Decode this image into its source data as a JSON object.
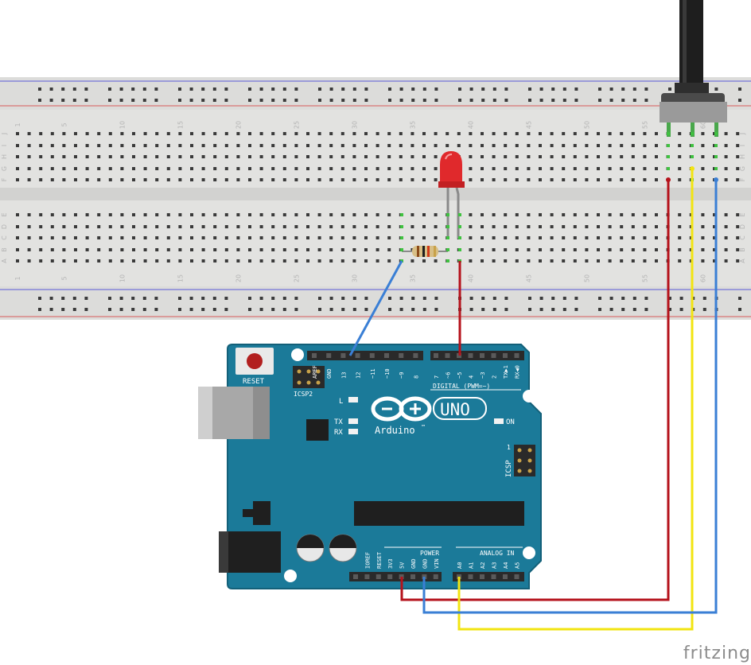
{
  "breadboard": {
    "column_numbers": [
      "1",
      "5",
      "10",
      "15",
      "20",
      "25",
      "30",
      "35",
      "40",
      "45",
      "50",
      "55",
      "60"
    ],
    "row_letters_top": [
      "J",
      "I",
      "H",
      "G",
      "F"
    ],
    "row_letters_bottom": [
      "E",
      "D",
      "C",
      "B",
      "A"
    ]
  },
  "arduino": {
    "reset_label": "RESET",
    "icsp2_label": "ICSP2",
    "icsp_label": "ICSP",
    "l_label": "L",
    "tx_label": "TX",
    "rx_label": "RX",
    "on_label": "ON",
    "one_label": "1",
    "logo_symbols": "⊖⊕",
    "uno_label": "UNO",
    "brand_label": "Arduino",
    "tm_label": "™",
    "digital_label": "DIGITAL (PWM=~)",
    "power_label": "POWER",
    "analog_label": "ANALOG IN",
    "top_pins": [
      "AREF",
      "GND",
      "13",
      "12",
      "~11",
      "~10",
      "~9",
      "8",
      "7",
      "~6",
      "~5",
      "4",
      "~3",
      "2",
      "TX▶1",
      "RX◀0"
    ],
    "power_pins": [
      "IOREF",
      "RESET",
      "3V3",
      "5V",
      "GND",
      "GND",
      "VIN"
    ],
    "analog_pins": [
      "A0",
      "A1",
      "A2",
      "A3",
      "A4",
      "A5"
    ]
  },
  "wires": {
    "red": "#b5121b",
    "yellow": "#f2e411",
    "blue": "#3a7fd5",
    "gray": "#8a8a8a"
  },
  "colors": {
    "board": "#1a7a99",
    "board_dark": "#136079",
    "breadboard": "#e3e3e1",
    "rail_red": "#d44",
    "rail_blue": "#44d"
  },
  "watermark": "fritzing"
}
